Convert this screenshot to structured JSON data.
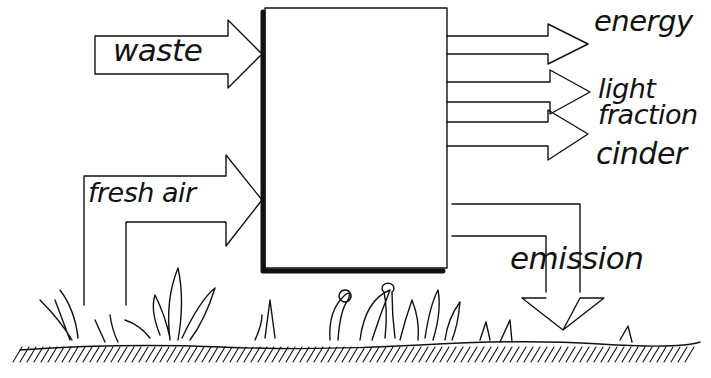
{
  "diagram": {
    "labels": [
      "waste",
      "fresh air",
      "energy",
      "light fraction",
      "cinder",
      "emission"
    ]
  }
}
